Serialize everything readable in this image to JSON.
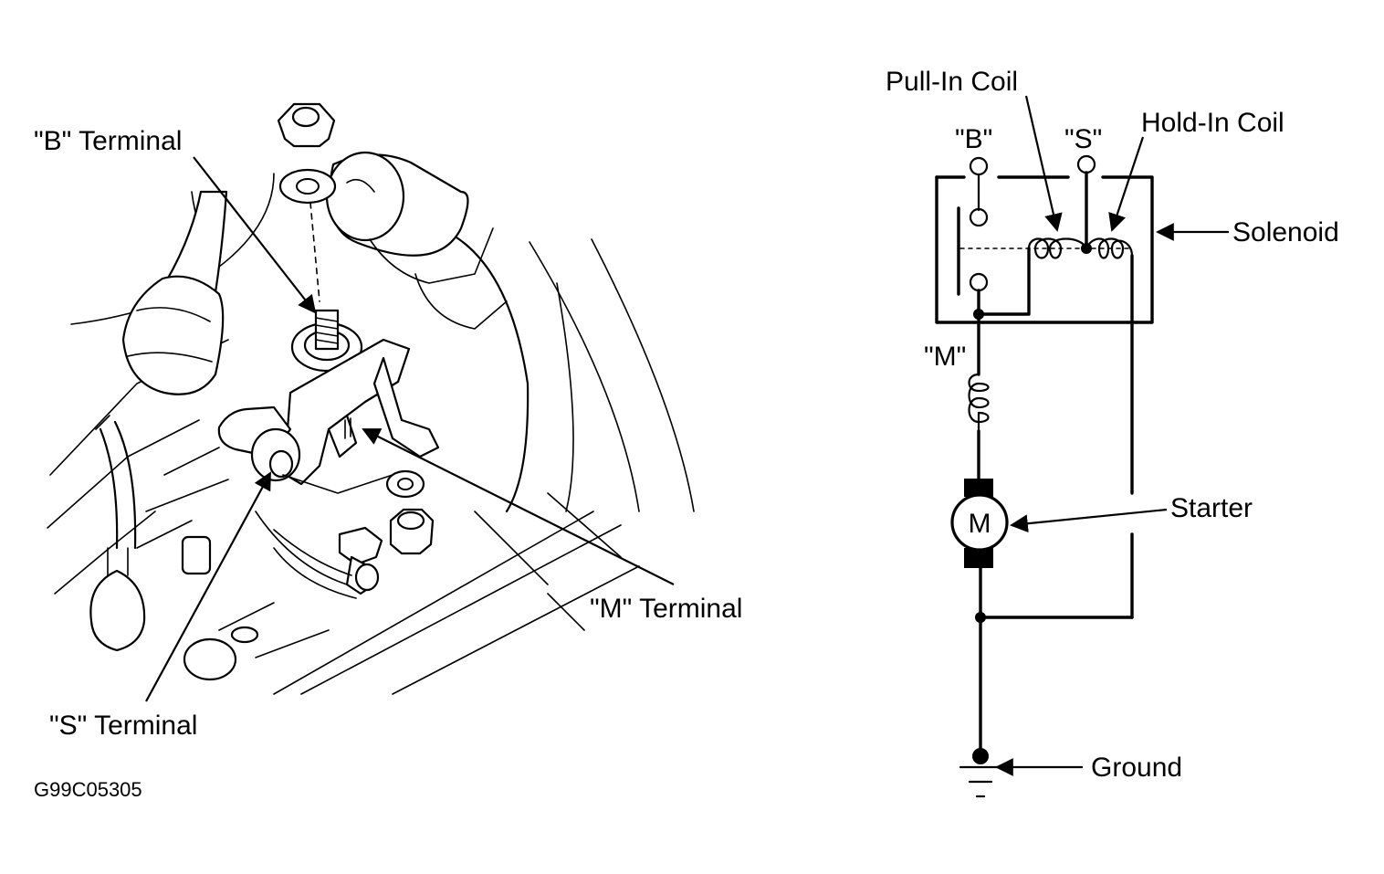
{
  "figure_code": "G99C05305",
  "left_illustration": {
    "labels": {
      "b_terminal": "\"B\" Terminal",
      "m_terminal": "\"M\" Terminal",
      "s_terminal": "\"S\" Terminal"
    }
  },
  "schematic": {
    "labels": {
      "pull_in_coil": "Pull-In Coil",
      "hold_in_coil": "Hold-In Coil",
      "b": "\"B\"",
      "s": "\"S\"",
      "m": "\"M\"",
      "solenoid": "Solenoid",
      "starter": "Starter",
      "ground": "Ground",
      "motor_symbol": "M"
    }
  }
}
